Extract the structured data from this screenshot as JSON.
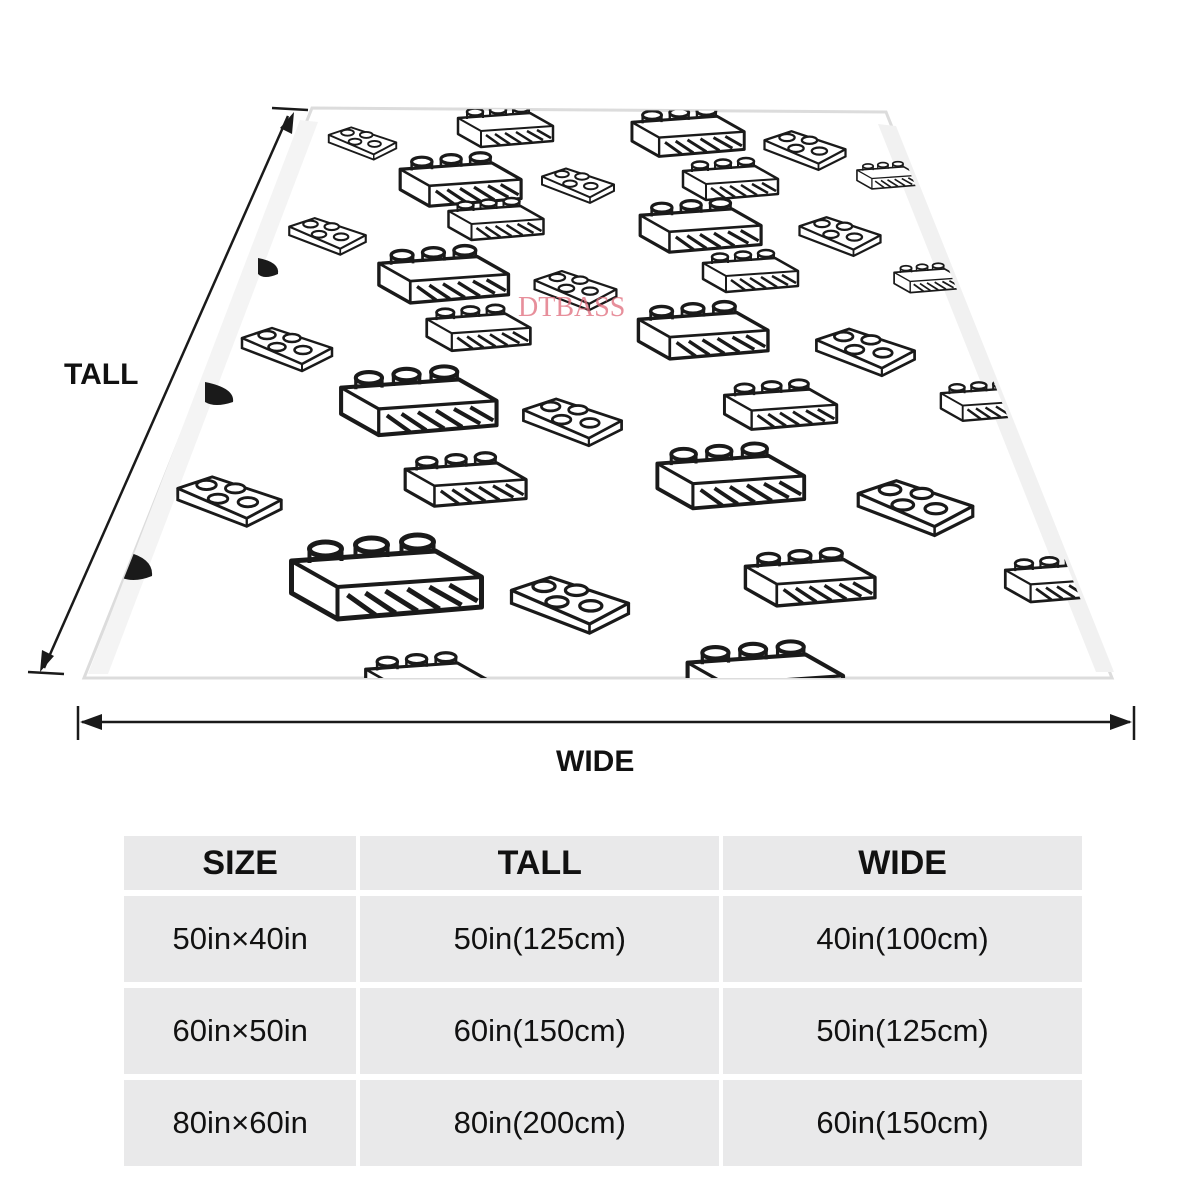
{
  "image": {
    "watermark": "DTBASS",
    "pattern_icon": "sketched-toy-brick-icon",
    "colors": {
      "background": "#ffffff",
      "ink": "#1a1a1a",
      "table_cell": "#e9e9ea",
      "watermark": "#e06a7a"
    }
  },
  "dimensions": {
    "tall_label": "TALL",
    "wide_label": "WIDE"
  },
  "size_table": {
    "headers": [
      "SIZE",
      "TALL",
      "WIDE"
    ],
    "rows": [
      [
        "50in×40in",
        "50in(125cm)",
        "40in(100cm)"
      ],
      [
        "60in×50in",
        "60in(150cm)",
        "50in(125cm)"
      ],
      [
        "80in×60in",
        "80in(200cm)",
        "60in(150cm)"
      ]
    ]
  }
}
